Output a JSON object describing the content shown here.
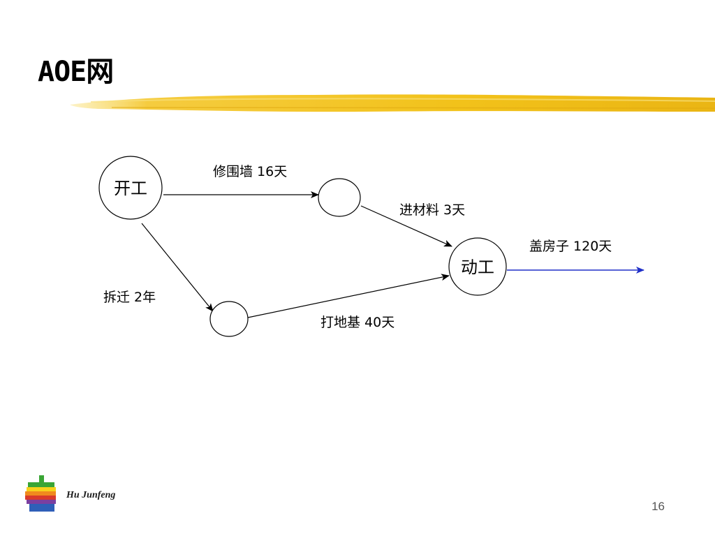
{
  "slide": {
    "title": "AOE网",
    "author": "Hu Junfeng",
    "page_number": "16"
  },
  "diagram": {
    "nodes": {
      "start": "开工",
      "mid_top": "",
      "mid_bottom": "",
      "end": "动工"
    },
    "edges": {
      "wall": "修围墙 16天",
      "materials": "进材料 3天",
      "demolish": "拆迁 2年",
      "foundation": "打地基 40天",
      "build": "盖房子 120天"
    }
  },
  "colors": {
    "brush": "#f2c21a",
    "out_arrow": "#1f2fc8",
    "logo": [
      "#3aa535",
      "#f7d21b",
      "#f08a1e",
      "#d93a2b",
      "#7b3fa0",
      "#2f5fb8"
    ]
  }
}
